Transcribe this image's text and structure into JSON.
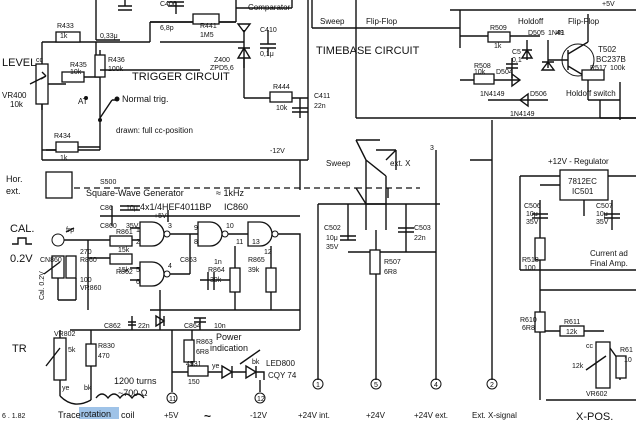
{
  "labels": {
    "level": "LEVEL",
    "vr400": "VR400",
    "vr400_val": "10k",
    "cc": "cc",
    "at": "AT",
    "normal_trig": "Normal trig.",
    "drawn": "drawn: full cc-position",
    "trigger_circuit": "TRIGGER CIRCUIT",
    "comparator": "Comparator",
    "r433": "R433",
    "r433_val": "1k",
    "c_033": "0,33μ",
    "c406": "C406",
    "c406_val": "6,8p",
    "r441": "R441",
    "r441_val": "1M5",
    "r435": "R435",
    "r435_val": "10k",
    "r436": "R436",
    "r436_val": "100k",
    "c410": "C410",
    "c410_val": "0,1μ",
    "z400": "Z400",
    "z400_val": "ZPD5,6",
    "r444": "R444",
    "r444_val": "10k",
    "c411": "C411",
    "c411_val": "22n",
    "r434": "R434",
    "r434_val": "1k",
    "minus12v": "-12V",
    "hor_ext_1": "Hor.",
    "hor_ext_2": "ext.",
    "s500": "S500",
    "sweep_top": "Sweep",
    "flipflop_top": "Flip-Flop",
    "timebase": "TIMEBASE CIRCUIT",
    "holdoff": "Holdoff",
    "flipflop": "Flip-Flop",
    "plus5v_top": "+5V",
    "r509": "R509",
    "r509_val": "1k",
    "d505": "D505",
    "d505_val": "1N41",
    "c505": "C5",
    "c505_val": "0,1",
    "d504": "D504",
    "r508": "R508",
    "r508_val": "10k",
    "d506": "D506",
    "n4149a": "1N4149",
    "n4149b": "1N4149",
    "n49": "49",
    "t502": "T502",
    "t502_val": "BC237B",
    "r517": "R517",
    "r517_val": "100k",
    "holdoff_switch": "Holdoff switch",
    "sweep": "Sweep",
    "ext_x": "ext. X",
    "regulator": "+12V - Regulator",
    "ic_7812": "7812EC",
    "ic501": "IC501",
    "c506": "C506",
    "c506_val": "10μ",
    "c506_v": "35V",
    "c507": "C507",
    "c507_val": "10μ",
    "c507_v": "35V",
    "current_ad": "Current ad",
    "final_amp": "Final Amp.",
    "c502": "C502",
    "c502_val": "10μ",
    "c502_v": "35V",
    "c503": "C503",
    "c503_val": "22n",
    "r507": "R507",
    "r507_val": "6R8",
    "r518": "R518",
    "r518_val": "100",
    "r610": "R610",
    "r610_val": "6R8",
    "r611": "R611",
    "r611_val": "12k",
    "vr602": "VR602",
    "r612": "R61",
    "r612_val": "10",
    "cc2": "cc",
    "r12k": "12k",
    "square_wave": "Square-Wave Generator",
    "approx_1khz": "≈ 1kHz",
    "hef4011": "4x1/4HEF4011BP",
    "ic860": "IC860",
    "c861": "C86",
    "c861_val": "10μ",
    "c860": "C860",
    "c860_v": "35V",
    "r861": "R861",
    "r861_val": "15k",
    "r862": "R862",
    "r862_val": "15k",
    "plus5v_ic": "+5V",
    "c863": "C863",
    "c863_val": "1n",
    "r864": "R864",
    "r864_val": "39k",
    "r865": "R865",
    "r865_val": "39k",
    "c864": "C864",
    "c864_val": "10n",
    "c862": "C862",
    "c862_val": "22n",
    "cal": "CAL.",
    "cal_02v": "0.2V",
    "cn860": "CN860",
    "frp": "frp",
    "r860": "R860",
    "r860_val": "270",
    "vr860": "VR860",
    "vr860_val": "100",
    "cal_02v_rot": "Cal. 0.2V",
    "tr": "TR",
    "vr802": "VR802",
    "vr802_val": "5k",
    "r830": "R830",
    "r830_val": "470",
    "r863": "R863",
    "r863_val": "6R8",
    "power_ind_1": "Power",
    "power_ind_2": "indication",
    "led800": "LED800",
    "cqy74": "CQY 74",
    "r4531": "4531",
    "r150": "150",
    "ye": "ye",
    "bk": "bk",
    "ye2": "ye",
    "bk2": "bk",
    "turns": "1200 turns",
    "ohms": "~700 Ω",
    "date": "6 . 1.82",
    "trace": "Trace",
    "rotation": "rotation",
    "coil": "coil",
    "plus5v_bottom": "+5V",
    "tilde": "~",
    "minus12v_bottom": "-12V",
    "plus24v_int": "+24V int.",
    "plus24v": "+24V",
    "plus24v_ext": "+24V ext.",
    "ext_xsignal": "Ext. X-signal",
    "xpos": "X-POS.",
    "pin1": "1",
    "pin2": "2",
    "pin3": "3",
    "pin4": "4",
    "pin5": "5",
    "pin6": "6",
    "pin8": "8",
    "pin9": "9",
    "pin10": "10",
    "pin11": "11",
    "pin12": "12",
    "pin13": "13",
    "term11": "11",
    "term12": "12",
    "term3": "3",
    "term5": "5",
    "term2": "2",
    "term4": "4",
    "term1": "1"
  }
}
